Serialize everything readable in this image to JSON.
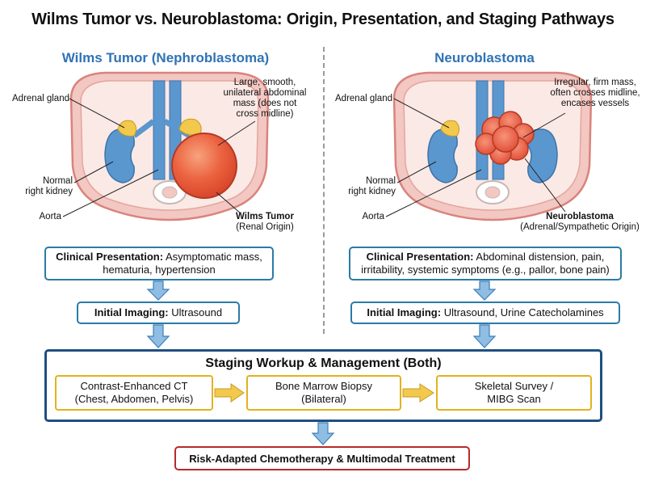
{
  "title": "Wilms Tumor vs. Neuroblastoma: Origin, Presentation, and Staging Pathways",
  "left": {
    "heading": "Wilms Tumor (Nephroblastoma)",
    "labels": {
      "adrenal": "Adrenal gland",
      "kidney_line1": "Normal",
      "kidney_line2": "right kidney",
      "aorta": "Aorta",
      "mass_line1": "Large, smooth,",
      "mass_line2": "unilateral abdominal",
      "mass_line3": "mass (does not",
      "mass_line4": "cross midline)",
      "tumor_name": "Wilms Tumor",
      "tumor_origin": "(Renal Origin)"
    },
    "presentation_label": "Clinical Presentation:",
    "presentation_text_1": "Asymptomatic mass,",
    "presentation_text_2": "hematuria, hypertension",
    "imaging_label": "Initial Imaging:",
    "imaging_text": "Ultrasound"
  },
  "right": {
    "heading": "Neuroblastoma",
    "labels": {
      "adrenal": "Adrenal gland",
      "kidney_line1": "Normal",
      "kidney_line2": "right kidney",
      "aorta": "Aorta",
      "mass_line1": "Irregular, firm mass,",
      "mass_line2": "often crosses midline,",
      "mass_line3": "encases vessels",
      "tumor_name": "Neuroblastoma",
      "tumor_origin": "(Adrenal/Sympathetic Origin)"
    },
    "presentation_label": "Clinical Presentation:",
    "presentation_text_1": "Abdominal distension, pain,",
    "presentation_text_2": "irritability, systemic symptoms (e.g., pallor, bone pain)",
    "imaging_label": "Initial Imaging:",
    "imaging_text": "Ultrasound, Urine Catecholamines"
  },
  "staging": {
    "title": "Staging Workup & Management (Both)",
    "steps": [
      {
        "line1": "Contrast-Enhanced CT",
        "line2": "(Chest, Abdomen, Pelvis)"
      },
      {
        "line1": "Bone Marrow Biopsy",
        "line2": "(Bilateral)"
      },
      {
        "line1": "Skeletal Survey /",
        "line2": "MIBG Scan"
      }
    ]
  },
  "final": "Risk-Adapted Chemotherapy & Multimodal Treatment",
  "colors": {
    "heading_blue": "#2f73b5",
    "box_teal": "#2b7aa8",
    "staging_navy": "#1f4f80",
    "step_yellow": "#e3b21e",
    "final_red": "#b52b2b",
    "arrow_blue": "#7fb3dd",
    "kidney_blue": "#5b97cf",
    "adrenal_yellow": "#f2c94c",
    "tumor_orange": "#e85a3a",
    "body_pink": "#f3c7c2"
  }
}
